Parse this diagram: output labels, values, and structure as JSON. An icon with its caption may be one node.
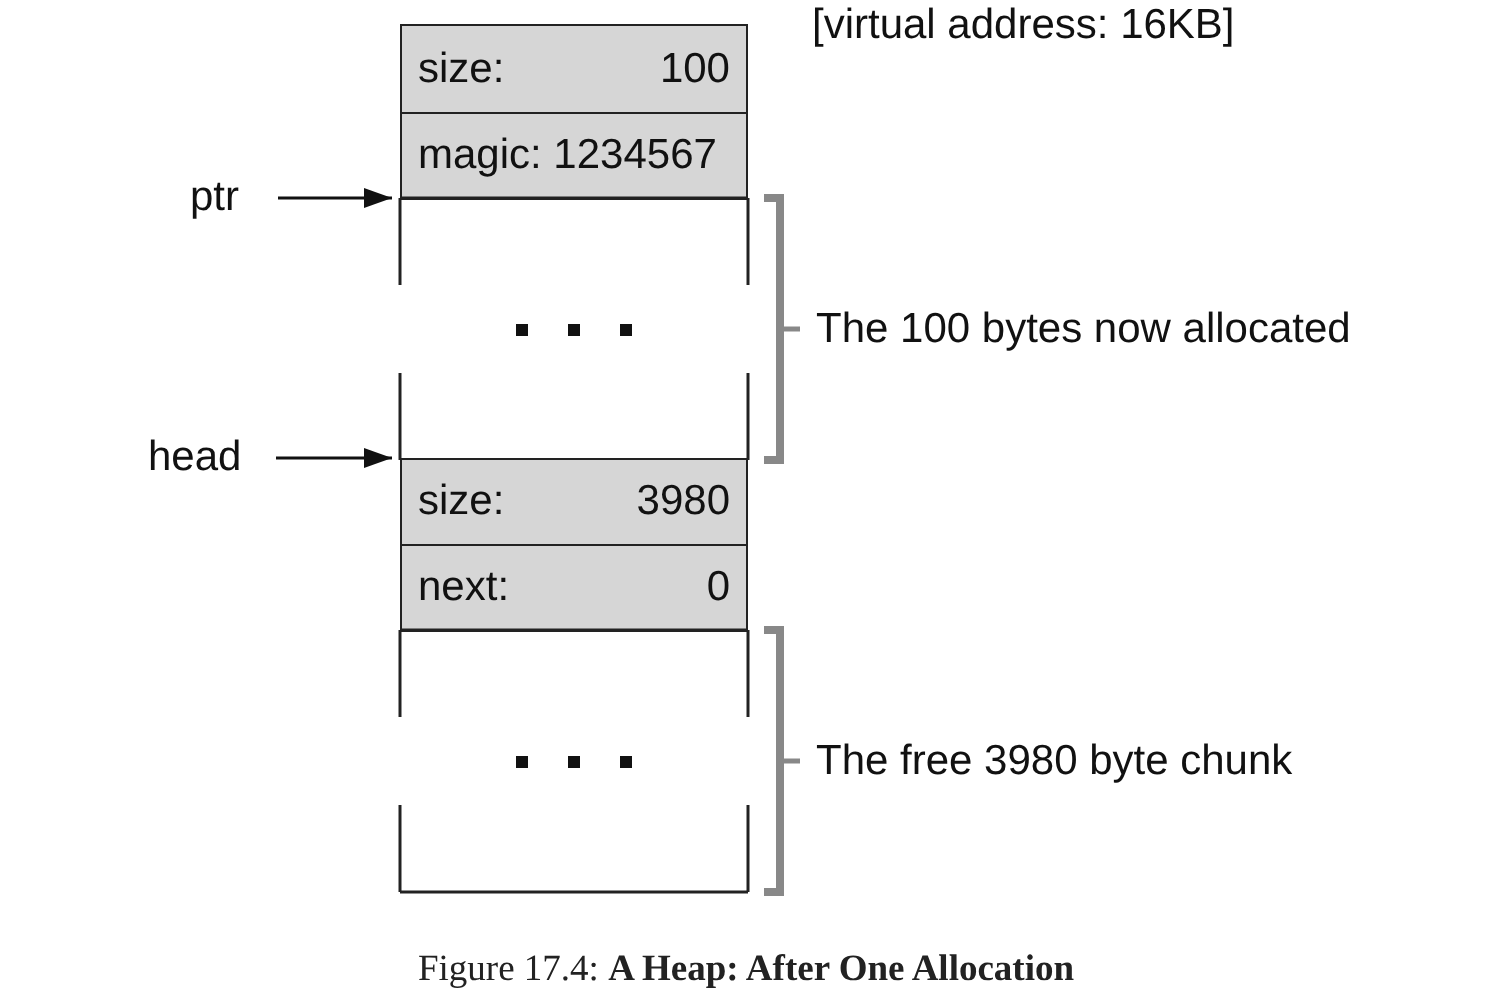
{
  "diagram": {
    "caption": "Figure 17.4: **A Heap: After One Allocation**",
    "nodes": [
      {
        "text": [
          "size:",
          "100"
        ]
      },
      {
        "text": [
          "magic: 1234567"
        ]
      },
      {
        "text": [
          "ptr"
        ]
      },
      {
        "text": [],
        "shape": "box",
        "beside": [
          "The 100 bytes now allocated"
        ]
      },
      {
        "text": [
          "head"
        ]
      },
      {
        "text": [
          "size:",
          "3980"
        ]
      },
      {
        "text": [
          "next:",
          "0"
        ]
      },
      {
        "text": [],
        "shape": "box",
        "beside": [
          "The free 3980 byte chunk"
        ]
      }
    ],
    "edges": [
      {
        "from": 2,
        "to": 3,
        "arrow": "to"
      },
      {
        "from": 4,
        "to": 5,
        "arrow": "to"
      }
    ],
    "labels": [
      "[virtual address: 16KB]"
    ]
  }
}
